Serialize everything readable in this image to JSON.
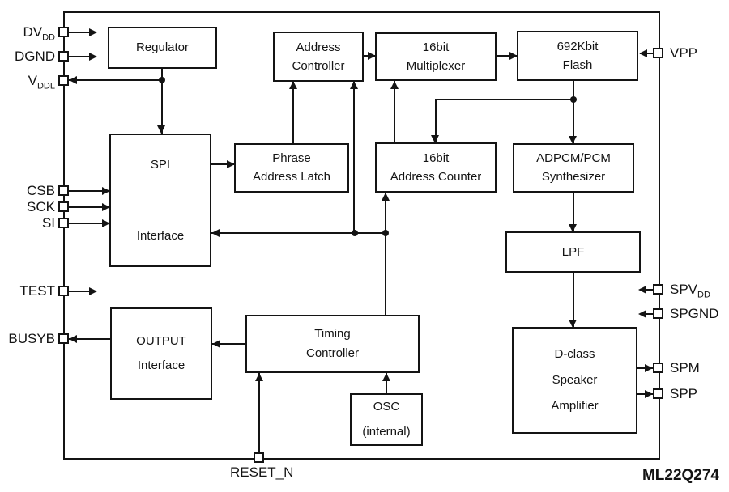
{
  "part_number": "ML22Q274",
  "blocks": {
    "regulator": {
      "lines": [
        "Regulator"
      ]
    },
    "address_controller": {
      "lines": [
        "Address",
        "Controller"
      ]
    },
    "multiplexer": {
      "lines": [
        "16bit",
        "Multiplexer"
      ]
    },
    "flash": {
      "lines": [
        "692Kbit",
        "Flash"
      ]
    },
    "spi_interface": {
      "lines": [
        "SPI",
        "Interface"
      ]
    },
    "phrase_address_latch": {
      "lines": [
        "Phrase",
        "Address Latch"
      ]
    },
    "address_counter": {
      "lines": [
        "16bit",
        "Address Counter"
      ]
    },
    "synthesizer": {
      "lines": [
        "ADPCM/PCM",
        "Synthesizer"
      ]
    },
    "lpf": {
      "lines": [
        "LPF"
      ]
    },
    "output_interface": {
      "lines": [
        "OUTPUT",
        "Interface"
      ]
    },
    "timing_controller": {
      "lines": [
        "Timing",
        "Controller"
      ]
    },
    "osc": {
      "lines": [
        "OSC",
        "(internal)"
      ]
    },
    "dclass_amplifier": {
      "lines": [
        "D-class",
        "Speaker",
        "Amplifier"
      ]
    }
  },
  "pins": {
    "dvdd": {
      "name": "DV",
      "sub": "DD"
    },
    "dgnd": {
      "name": "DGND",
      "sub": ""
    },
    "vddl": {
      "name": "V",
      "sub": "DDL"
    },
    "csb": {
      "name": "CSB",
      "sub": ""
    },
    "sck": {
      "name": "SCK",
      "sub": ""
    },
    "si": {
      "name": "SI",
      "sub": ""
    },
    "test": {
      "name": "TEST",
      "sub": ""
    },
    "busyb": {
      "name": "BUSYB",
      "sub": ""
    },
    "vpp": {
      "name": "VPP",
      "sub": ""
    },
    "spvdd": {
      "name": "SPV",
      "sub": "DD"
    },
    "spgnd": {
      "name": "SPGND",
      "sub": ""
    },
    "spm": {
      "name": "SPM",
      "sub": ""
    },
    "spp": {
      "name": "SPP",
      "sub": ""
    },
    "reset_n": {
      "name": "RESET_N",
      "sub": ""
    }
  },
  "colors": {
    "line": "#141414",
    "background": "#ffffff"
  }
}
